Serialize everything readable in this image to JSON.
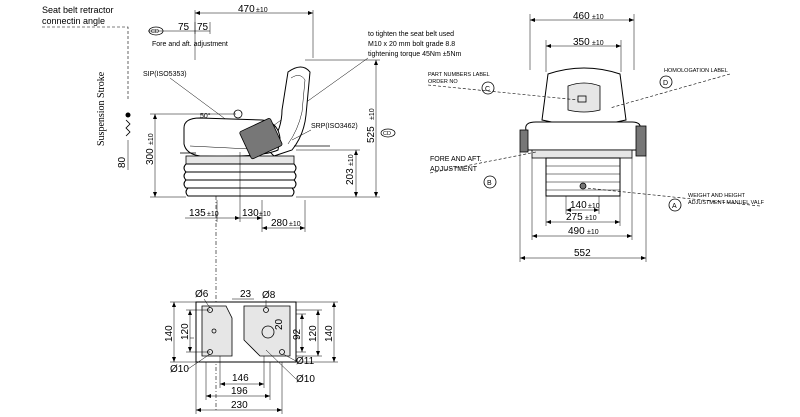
{
  "side_view": {
    "labels": {
      "retractor_line1": "Seat belt retractor",
      "retractor_line2": "connectin angle",
      "cd_badge": "CD",
      "fore_aft": "Fore and aft. adjustment",
      "sip": "SIP(ISO5353)",
      "srp": "SRP(ISO3462)",
      "angle_deg": "50°",
      "suspension_stroke": "Suspension Stroke",
      "belt_note_1": "to tighten the seat belt used",
      "belt_note_2": "M10 x 20 mm bolt grade 8.8",
      "belt_note_3": "tightening torque 45Nm ±5Nm",
      "cd_badge_right": "CD"
    },
    "dims": {
      "d470": "470",
      "d470_tol": "±10",
      "d75a": "75",
      "d75b": "75",
      "d525": "525",
      "d525_tol": "±10",
      "d300": "300",
      "d300_tol": "±10",
      "d80": "80",
      "d203": "203",
      "d203_tol": "±10",
      "d135": "135",
      "d135_tol": "±10",
      "d130": "130",
      "d130_tol": "±10",
      "d280": "280",
      "d280_tol": "±10"
    }
  },
  "front_view": {
    "labels": {
      "part_numbers_1": "PART NUMBERS LABEL",
      "part_numbers_2": "ORDER NO",
      "homologation": "HOMOLOGATION LABEL",
      "fore_aft_1": "FORE AND AFT.",
      "fore_aft_2": "ADJUSTMENT",
      "weight_height_1": "WEIGHT AND HEIGHT",
      "weight_height_2": "ADJUSTMENT MANUEL VALF",
      "marker_a": "A",
      "marker_b": "B",
      "marker_c": "C",
      "marker_d": "D"
    },
    "dims": {
      "d460": "460",
      "d460_tol": "±10",
      "d350": "350",
      "d350_tol": "±10",
      "d140": "140",
      "d140_tol": "±10",
      "d275": "275",
      "d275_tol": "±10",
      "d490": "490",
      "d490_tol": "±10",
      "d552": "552"
    }
  },
  "base_view": {
    "dims": {
      "phi6": "Ø6",
      "d23": "23",
      "phi8": "Ø8",
      "d140": "140",
      "d120_left": "120",
      "d20": "20",
      "d92": "92",
      "d120_right": "120",
      "d140_right": "140",
      "phi10_left": "Ø10",
      "phi11": "Ø11",
      "phi10_right": "Ø10",
      "d146": "146",
      "d196": "196",
      "d230": "230"
    }
  }
}
